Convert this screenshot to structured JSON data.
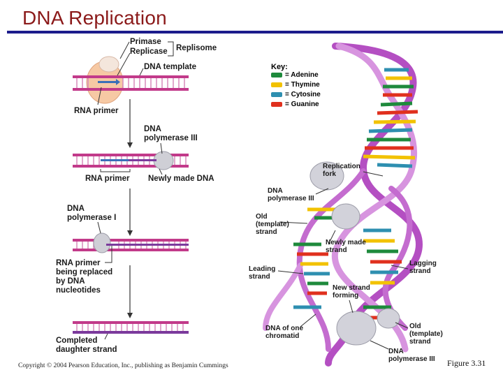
{
  "title": "DNA Replication",
  "left_panel": {
    "primase": "Primase",
    "replicase": "Replicase",
    "replisome": "Replisome",
    "dna_template": "DNA template",
    "rna_primer_1": "RNA primer",
    "dna_pol_3": "DNA\npolymerase III",
    "rna_primer_2": "RNA primer",
    "newly_made_dna": "Newly made DNA",
    "dna_pol_1": "DNA\npolymerase I",
    "rna_primer_replaced": "RNA primer\nbeing replaced\nby DNA\nnucleotides",
    "completed": "Completed\ndaughter strand"
  },
  "key": {
    "title": "Key:",
    "items": [
      {
        "label": "= Adenine",
        "color": "#1e8a3c"
      },
      {
        "label": "= Thymine",
        "color": "#f2c200"
      },
      {
        "label": "= Cytosine",
        "color": "#2e8fb0"
      },
      {
        "label": "= Guanine",
        "color": "#e0301e"
      }
    ]
  },
  "right_panel": {
    "replication_fork": "Replication\nfork",
    "dna_pol_3": "DNA\npolymerase III",
    "old_strand_1": "Old\n(template)\nstrand",
    "newly_made_strand": "Newly made\nstrand",
    "lagging_strand": "Lagging\nstrand",
    "leading_strand": "Leading\nstrand",
    "new_strand_forming": "New strand\nforming",
    "dna_one_chromatid": "DNA of one\nchromatid",
    "old_strand_2": "Old\n(template)\nstrand",
    "dna_pol_3_bottom": "DNA\npolymerase III"
  },
  "footer": {
    "copyright": "Copyright © 2004 Pearson Education, Inc., publishing as Benjamin Cummings",
    "figure": "Figure 3.31"
  }
}
